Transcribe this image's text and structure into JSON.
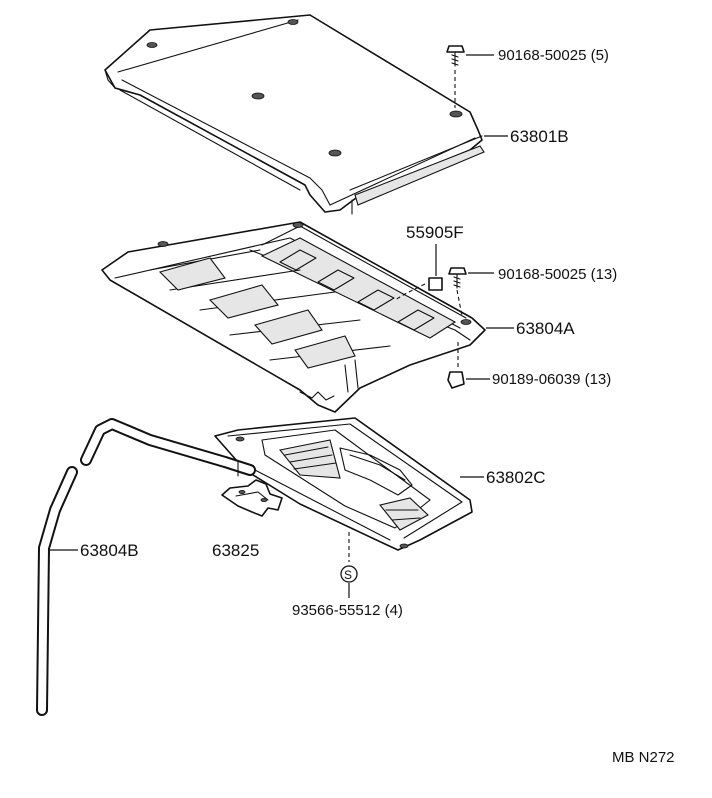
{
  "callouts": {
    "bolt_top": "90168-50025 (5)",
    "cover": "63801B",
    "clip_part": "55905F",
    "bolt_mid": "90168-50025 (13)",
    "tray": "63804A",
    "nut": "90189-06039 (13)",
    "lower_case": "63802C",
    "bracket": "63825",
    "hose": "63804B",
    "screw_symbol": "S",
    "screw": "93566-55512 (4)"
  },
  "footer": {
    "drawing_code": "MB N272"
  }
}
